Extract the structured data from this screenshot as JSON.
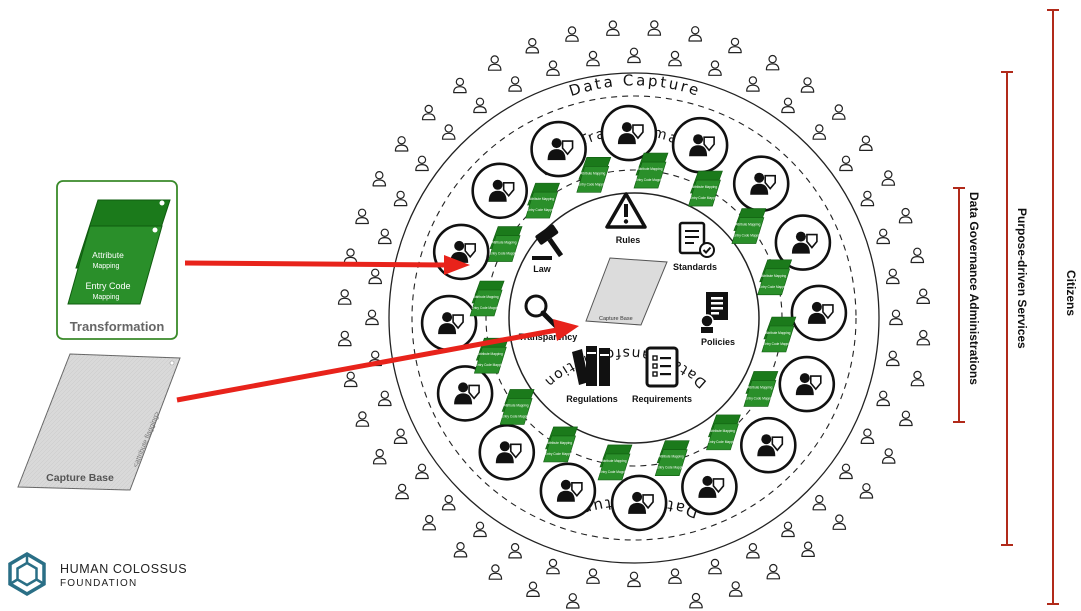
{
  "rings": {
    "outer_caption": "Data Capture",
    "inner_caption": "Data Transformation"
  },
  "center_items": [
    {
      "id": "rules",
      "label": "Rules",
      "icon": "warning-icon"
    },
    {
      "id": "standards",
      "label": "Standards",
      "icon": "checklist-icon"
    },
    {
      "id": "policies",
      "label": "Policies",
      "icon": "policy-document-icon"
    },
    {
      "id": "requirements",
      "label": "Requirements",
      "icon": "requirements-list-icon"
    },
    {
      "id": "regulations",
      "label": "Regulations",
      "icon": "books-icon"
    },
    {
      "id": "transparency",
      "label": "Transparency",
      "icon": "magnifier-icon"
    },
    {
      "id": "law",
      "label": "Law",
      "icon": "gavel-icon"
    }
  ],
  "center_capture_base": {
    "label": "Capture Base",
    "flag": "<attribute flagging>"
  },
  "legend": {
    "transformation": {
      "title": "Transformation",
      "card_attribute": "Attribute Mapping",
      "card_entry": "Entry Code Mapping"
    },
    "capture_base": {
      "label": "Capture Base",
      "flag": "<attribute flagging>"
    }
  },
  "mini_card": {
    "attribute": "Attribute Mapping",
    "entry": "Entry Code Mapping"
  },
  "scope_bars": [
    {
      "label": "Data Governance Administrations"
    },
    {
      "label": "Purpose-driven Services"
    },
    {
      "label": "Citizens"
    }
  ],
  "service_icons": [
    "shield-heart-icon",
    "nurse-icon",
    "medical-record-icon",
    "certificate-icon",
    "heart-hands-icon",
    "shield-person-icon",
    "family-umbrella-icon",
    "heart-monitor-icon",
    "clipboard-icon",
    "heart-hands-care-icon",
    "doctor-icon",
    "medical-cross-shield-icon",
    "holding-hands-icon",
    "id-card-icon",
    "hand-care-icon",
    "family-heart-icon"
  ],
  "brand": {
    "name": "HUMAN COLOSSUS",
    "sub": "FOUNDATION"
  },
  "colors": {
    "green": "#1b7a1b",
    "green_dark": "#0f5c0f",
    "red_arrow": "#e8231b",
    "bar": "#b12a1a",
    "base_gray": "#d9d9d9"
  }
}
